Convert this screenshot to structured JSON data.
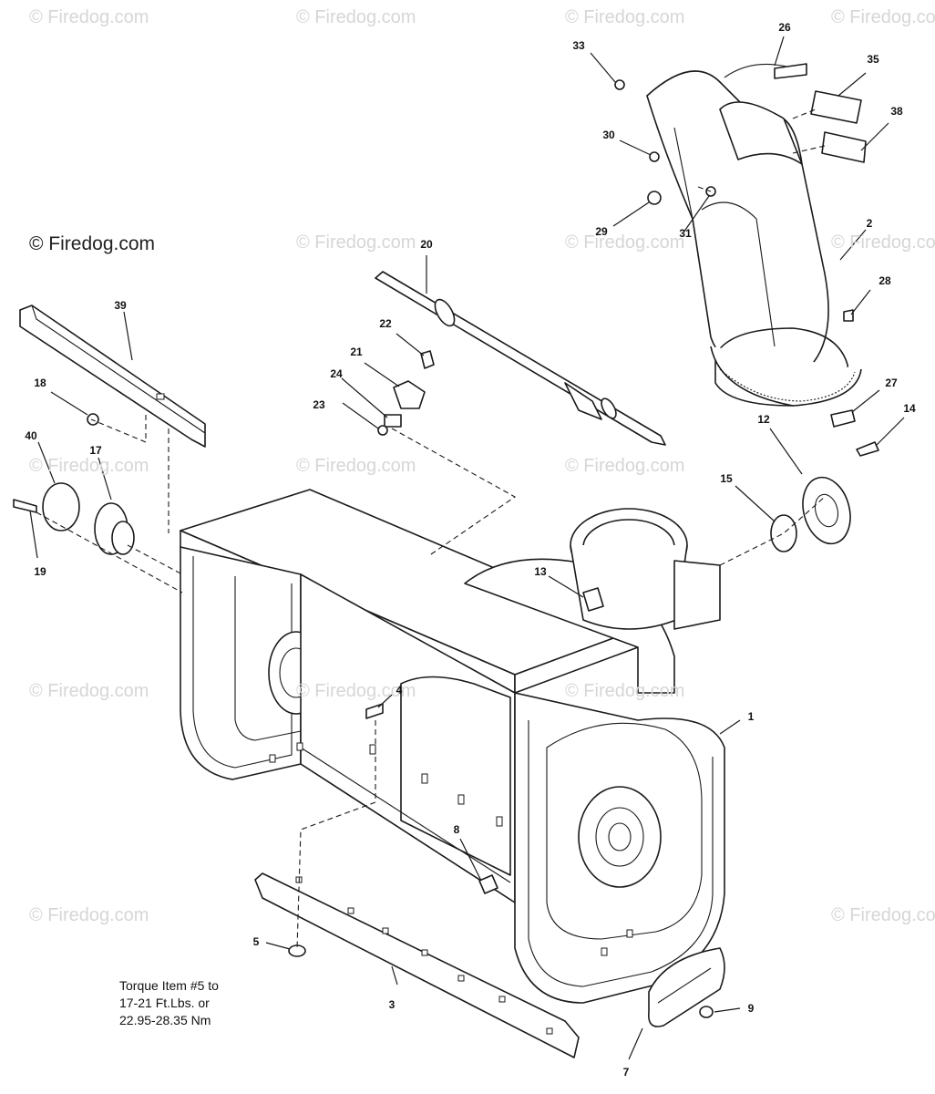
{
  "watermarks": [
    "© Firedog.com",
    "© Firedog.com",
    "© Firedog.com",
    "© Firedog.com",
    "© Firedog.com",
    "© Firedog.com",
    "© Firedog.com",
    "© Firedog.com",
    "© Firedog.com",
    "© Firedog.com",
    "© Firedog.com",
    "© Firedog.com",
    "© Firedog.com",
    "© Firedog.com",
    "© Firedog.com"
  ],
  "copyright": "© Firedog.com",
  "torque_note": [
    "Torque Item #5 to",
    "17-21 Ft.Lbs. or",
    "22.95-28.35 Nm"
  ],
  "callouts": [
    "1",
    "2",
    "3",
    "4",
    "5",
    "7",
    "8",
    "9",
    "12",
    "13",
    "14",
    "15",
    "17",
    "18",
    "19",
    "20",
    "21",
    "22",
    "23",
    "24",
    "26",
    "27",
    "28",
    "29",
    "30",
    "31",
    "33",
    "35",
    "38",
    "39",
    "40"
  ]
}
